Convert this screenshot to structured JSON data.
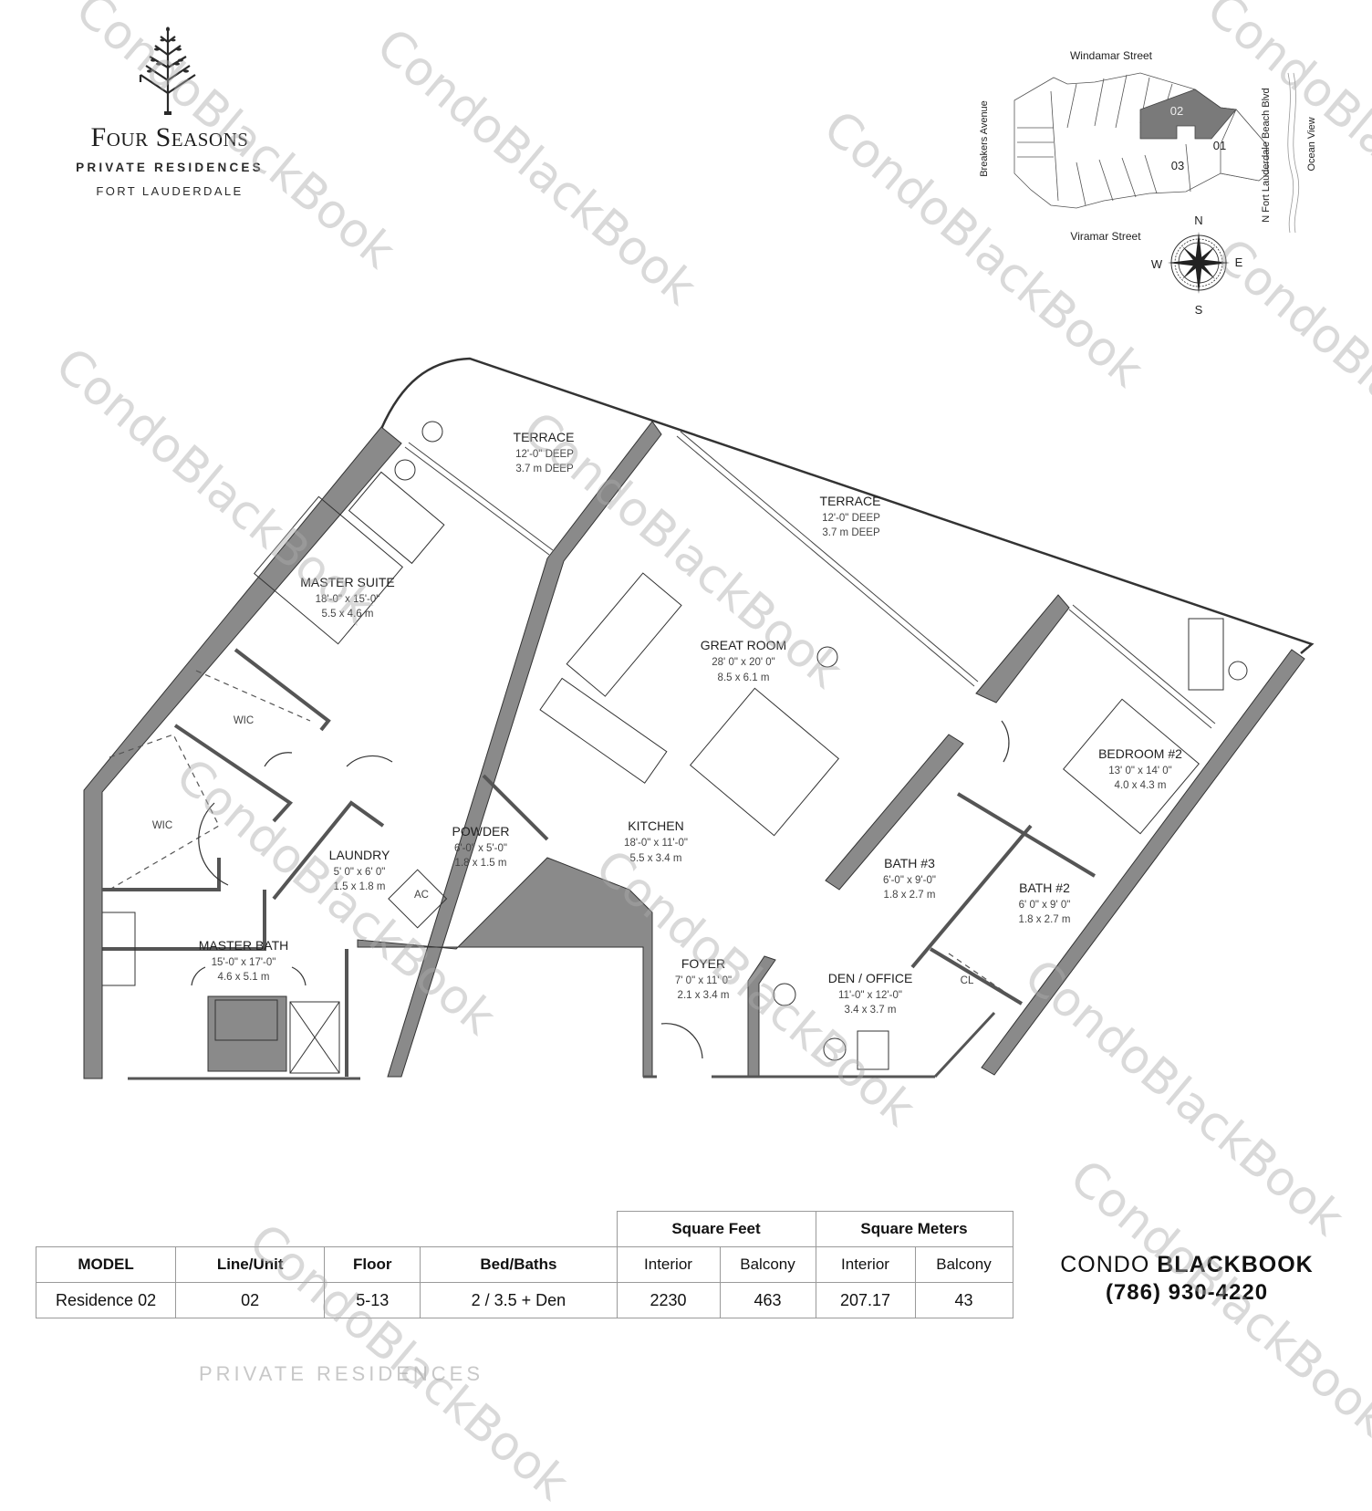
{
  "logo": {
    "icon": "tree-icon",
    "title": "Four Seasons",
    "subtitle": "PRIVATE RESIDENCES",
    "location": "FORT LAUDERDALE"
  },
  "site_plan": {
    "streets": {
      "north": "Windamar Street",
      "south": "Viramar Street",
      "west": "Breakers Avenue",
      "east": "N Fort Lauderdale Beach Blvd",
      "ocean": "Ocean View"
    },
    "units": [
      {
        "label": "02",
        "highlighted": true
      },
      {
        "label": "01",
        "highlighted": false
      },
      {
        "label": "03",
        "highlighted": false
      }
    ],
    "compass": {
      "icon": "compass-rose-icon",
      "n": "N",
      "s": "S",
      "e": "E",
      "w": "W"
    },
    "highlight_color": "#7a7a7a"
  },
  "floor_plan": {
    "wall_color": "#8a8a8a",
    "rooms": [
      {
        "name": "TERRACE",
        "dim_ft": "12'-0\" DEEP",
        "dim_m": "3.7 m DEEP"
      },
      {
        "name": "TERRACE",
        "dim_ft": "12'-0\" DEEP",
        "dim_m": "3.7 m DEEP"
      },
      {
        "name": "MASTER SUITE",
        "dim_ft": "18'-0\" x 15'-0\"",
        "dim_m": "5.5 x 4.6 m"
      },
      {
        "name": "GREAT ROOM",
        "dim_ft": "28' 0\" x 20' 0\"",
        "dim_m": "8.5 x 6.1 m"
      },
      {
        "name": "WIC",
        "dim_ft": "",
        "dim_m": ""
      },
      {
        "name": "WIC",
        "dim_ft": "",
        "dim_m": ""
      },
      {
        "name": "LAUNDRY",
        "dim_ft": "5' 0\" x 6' 0\"",
        "dim_m": "1.5 x 1.8 m"
      },
      {
        "name": "POWDER",
        "dim_ft": "6'-0\" x 5'-0\"",
        "dim_m": "1.8 x 1.5 m"
      },
      {
        "name": "KITCHEN",
        "dim_ft": "18'-0\" x 11'-0\"",
        "dim_m": "5.5 x 3.4 m"
      },
      {
        "name": "MASTER BATH",
        "dim_ft": "15'-0\" x 17'-0\"",
        "dim_m": "4.6 x 5.1 m"
      },
      {
        "name": "FOYER",
        "dim_ft": "7' 0\" x 11' 0\"",
        "dim_m": "2.1 x 3.4 m"
      },
      {
        "name": "DEN / OFFICE",
        "dim_ft": "11'-0\"  x 12'-0\"",
        "dim_m": "3.4 x 3.7 m"
      },
      {
        "name": "BATH #3",
        "dim_ft": "6'-0\" x 9'-0\"",
        "dim_m": "1.8 x 2.7 m"
      },
      {
        "name": "BATH #2",
        "dim_ft": "6' 0\" x 9' 0\"",
        "dim_m": "1.8 x 2.7 m"
      },
      {
        "name": "BEDROOM #2",
        "dim_ft": "13' 0\" x 14' 0\"",
        "dim_m": "4.0 x 4.3 m"
      },
      {
        "name": "AC",
        "dim_ft": "",
        "dim_m": ""
      },
      {
        "name": "CL",
        "dim_ft": "",
        "dim_m": ""
      }
    ]
  },
  "spec_table": {
    "group_headers": {
      "sqft": "Square Feet",
      "sqm": "Square Meters"
    },
    "columns": [
      "MODEL",
      "Line/Unit",
      "Floor",
      "Bed/Baths",
      "Interior",
      "Balcony",
      "Interior",
      "Balcony"
    ],
    "row": [
      "Residence 02",
      "02",
      "5-13",
      "2 / 3.5 + Den",
      "2230",
      "463",
      "207.17",
      "43"
    ]
  },
  "brand": {
    "name_light": "CONDO ",
    "name_bold": "BLACKBOOK",
    "phone": "(786) 930-4220"
  },
  "watermark": "CondoBlackBook",
  "footer_ghost": "PRIVATE RESIDENCES"
}
